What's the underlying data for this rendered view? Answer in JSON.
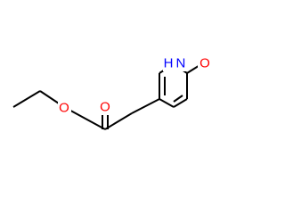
{
  "molecule": {
    "atoms": {
      "ester_o": {
        "label": "O",
        "color": "#ff0000"
      },
      "carbonyl_o": {
        "label": "O",
        "color": "#ff0000"
      },
      "ring_nh": {
        "label": "H N",
        "color": "#0000ff"
      },
      "ring_oxo": {
        "label": "O",
        "color": "#ff0000"
      }
    }
  }
}
